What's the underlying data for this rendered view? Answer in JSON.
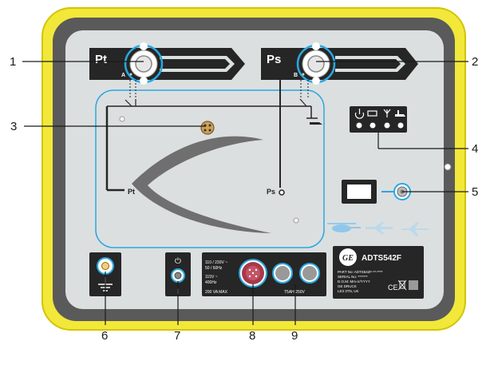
{
  "ports": {
    "pt_label": "Pt",
    "ps_label": "Ps",
    "pt_port_letter": "A",
    "ps_port_letter": "B",
    "pt_outlet_label": "Pt",
    "ps_outlet_label": "Ps"
  },
  "callouts": [
    "1",
    "2",
    "3",
    "4",
    "5",
    "6",
    "7",
    "8",
    "9"
  ],
  "power": {
    "line1": "110 / 230V ~",
    "line2": "50 / 60Hz",
    "line3": "115V ~",
    "line4": "400Hz",
    "line5": "200 VA MAX",
    "fuse": "T5AH 250V"
  },
  "switch": {
    "on_symbol": "⏻",
    "off_symbol": "I"
  },
  "nameplate": {
    "logo": "GE",
    "model": "ADTS542F",
    "part_no": "PART No: ADTS542F-**-****",
    "serial": "SERIAL No: *******",
    "dom": "D.O.M: Mm-rr/YYYY",
    "maker1": "GE DRUCK",
    "maker2": "LE3 3TN, UK",
    "ce": "CE"
  },
  "colors": {
    "bezel_yellow": "#f2e83a",
    "panel_grey": "#dcdfe0",
    "accent_blue": "#29a8e0",
    "dark": "#262626"
  }
}
